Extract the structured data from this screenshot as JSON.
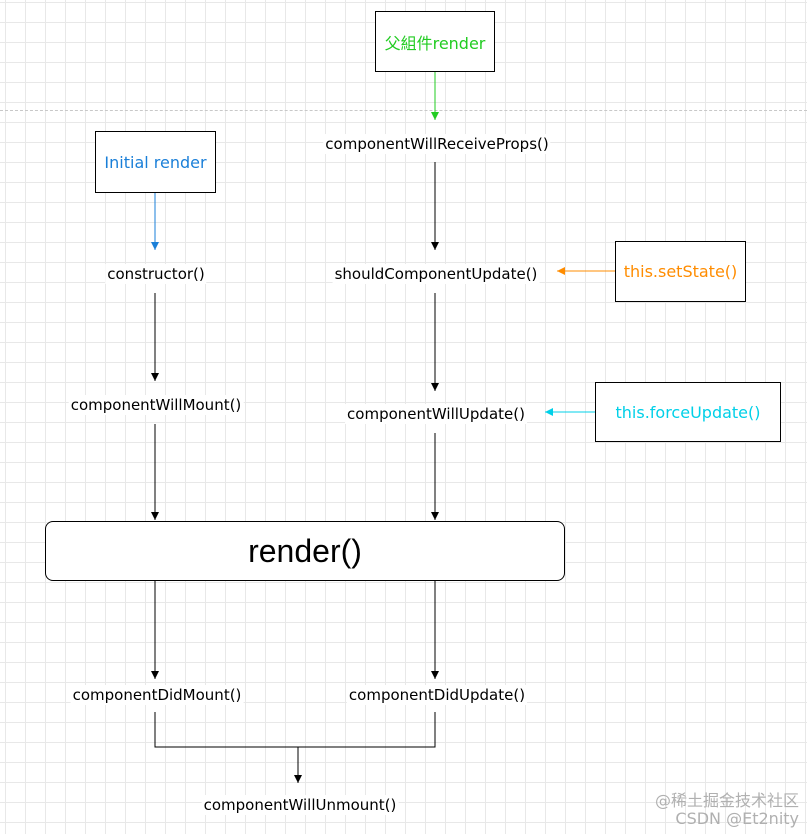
{
  "sources": {
    "parent_render": {
      "label": "父組件render",
      "color": "#22cc22"
    },
    "initial_render": {
      "label": "Initial render",
      "color": "#1a7fd8"
    },
    "set_state": {
      "label": "this.setState()",
      "color": "#ff8c00"
    },
    "force_update": {
      "label": "this.forceUpdate()",
      "color": "#00d0e8"
    }
  },
  "lifecycle": {
    "constructor": "constructor()",
    "component_will_mount": "componentWillMount()",
    "component_will_receive_props": "componentWillReceiveProps()",
    "should_component_update": "shouldComponentUpdate()",
    "component_will_update": "componentWillUpdate()",
    "render": "render()",
    "component_did_mount": "componentDidMount()",
    "component_did_update": "componentDidUpdate()",
    "component_will_unmount": "componentWillUnmount()"
  },
  "watermark": {
    "line1": "@稀土掘金技术社区",
    "line2": "CSDN @Et2nity"
  }
}
